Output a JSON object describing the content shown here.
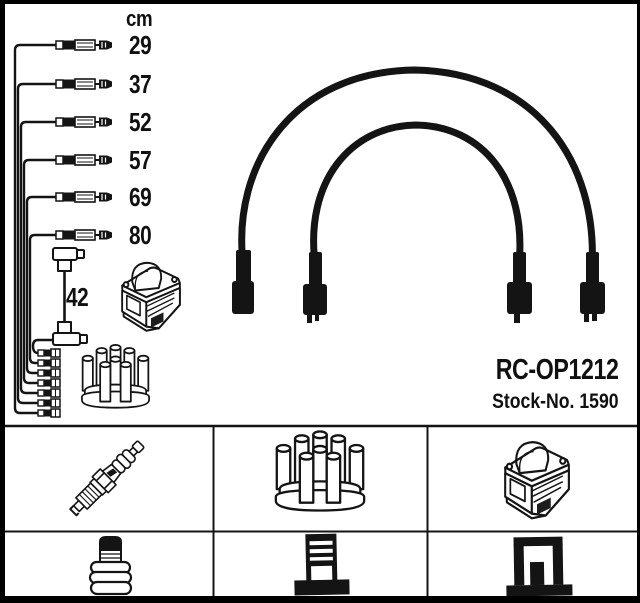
{
  "diagram": {
    "unit_header": "cm",
    "cable_lengths": [
      "29",
      "37",
      "52",
      "57",
      "69",
      "80"
    ],
    "coil_cable_length": "42",
    "part_number": "RC-OP1212",
    "stock_number_label": "Stock-No. 1590"
  },
  "colors": {
    "ink": "#141414",
    "background": "#ffffff"
  },
  "icons": {
    "main_area": [
      "cable-set-with-connectors",
      "coil-lead-cable",
      "ignition-coil",
      "distributor-cap",
      "arched-ignition-cables"
    ],
    "legend_row1": [
      "spark-plug-icon",
      "distributor-cap-icon",
      "ignition-coil-icon"
    ],
    "legend_row2": [
      "plug-terminal-nut-icon",
      "distributor-terminal-icon",
      "coil-terminal-icon"
    ]
  }
}
